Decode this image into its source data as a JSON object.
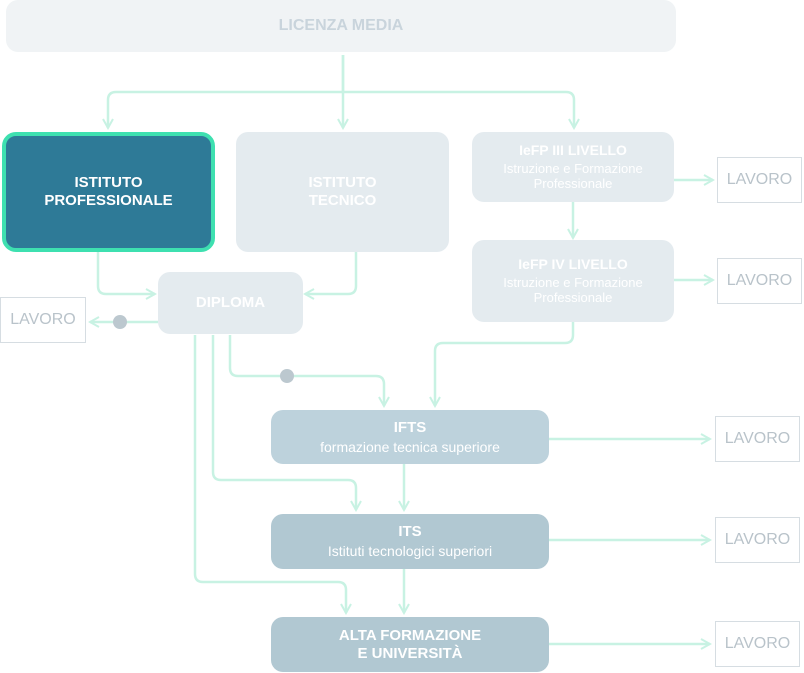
{
  "diagram": {
    "licenza_media": "LICENZA MEDIA",
    "istituto_professionale": "ISTITUTO\nPROFESSIONALE",
    "istituto_tecnico": "ISTITUTO\nTECNICO",
    "iefp3": {
      "title": "IeFP III LIVELLO",
      "subtitle": "Istruzione e Formazione\nProfessionale"
    },
    "iefp4": {
      "title": "IeFP IV LIVELLO",
      "subtitle": "Istruzione e Formazione\nProfessionale"
    },
    "diploma": "DIPLOMA",
    "ifts": {
      "title": "IFTS",
      "subtitle": "formazione tecnica superiore"
    },
    "its": {
      "title": "ITS",
      "subtitle": "Istituti tecnologici superiori"
    },
    "alta_formazione": "ALTA FORMAZIONE\nE UNIVERSITÀ",
    "lavoro": "LAVORO"
  },
  "colors": {
    "arrow": "#c8f2e3",
    "dot": "#bcc8cf",
    "highlight_border": "#3ee0b0",
    "highlight_fill": "#2e7a97"
  }
}
